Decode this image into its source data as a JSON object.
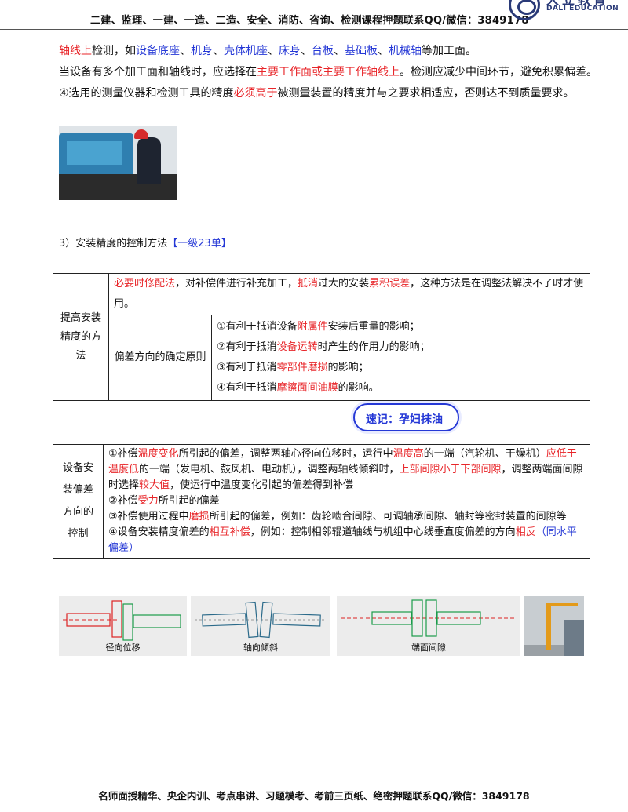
{
  "header": {
    "text": "二建、监理、一建、一造、二造、安全、消防、咨询、检测课程押题联系QQ/微信：3849178",
    "logo_cn": "大立教育",
    "logo_en": "DALI EDUCATION"
  },
  "para1": [
    {
      "t": "轴线上",
      "c": "red"
    },
    {
      "t": "检测，如",
      "c": ""
    },
    {
      "t": "设备底座",
      "c": "blue"
    },
    {
      "t": "、",
      "c": ""
    },
    {
      "t": "机身",
      "c": "blue"
    },
    {
      "t": "、",
      "c": ""
    },
    {
      "t": "壳体机座",
      "c": "blue"
    },
    {
      "t": "、",
      "c": ""
    },
    {
      "t": "床身",
      "c": "blue"
    },
    {
      "t": "、",
      "c": ""
    },
    {
      "t": "台板",
      "c": "blue"
    },
    {
      "t": "、",
      "c": ""
    },
    {
      "t": "基础板",
      "c": "blue"
    },
    {
      "t": "、",
      "c": ""
    },
    {
      "t": "机械轴",
      "c": "blue"
    },
    {
      "t": "等加工面。",
      "c": ""
    }
  ],
  "para2": [
    {
      "t": "当设备有多个加工面和轴线时，应选择在",
      "c": ""
    },
    {
      "t": "主要工作面或主要工作轴线上",
      "c": "red"
    },
    {
      "t": "。检测应减少中间环节，避免积累偏差。",
      "c": ""
    }
  ],
  "para3": [
    {
      "t": "④选用的测量仪器和检测工具的精度",
      "c": ""
    },
    {
      "t": "必须高于",
      "c": "red"
    },
    {
      "t": "被测量装置的精度并与之要求相适应，否则达不到质量要求。",
      "c": ""
    }
  ],
  "section3": {
    "prefix": "3）安装精度的控制方法",
    "tag": "【一级23单】"
  },
  "table1": {
    "label": "提高安装精度的方法",
    "top_row": [
      {
        "t": "必要时修配法",
        "c": "red"
      },
      {
        "t": "，对补偿件进行补充加工，",
        "c": ""
      },
      {
        "t": "抵消",
        "c": "red"
      },
      {
        "t": "过大的安装",
        "c": ""
      },
      {
        "t": "累积误差",
        "c": "red"
      },
      {
        "t": "，这种方法是在调整法解决不了时才使用。",
        "c": ""
      }
    ],
    "sub_label": "偏差方向的确定原则",
    "items": [
      [
        {
          "t": "①有利于抵消设备",
          "c": ""
        },
        {
          "t": "附属件",
          "c": "red"
        },
        {
          "t": "安装后重量的影响；",
          "c": ""
        }
      ],
      [
        {
          "t": "②有利于抵消",
          "c": ""
        },
        {
          "t": "设备运转",
          "c": "red"
        },
        {
          "t": "时产生的作用力的影响；",
          "c": ""
        }
      ],
      [
        {
          "t": "③有利于抵消",
          "c": ""
        },
        {
          "t": "零部件磨损",
          "c": "red"
        },
        {
          "t": "的影响；",
          "c": ""
        }
      ],
      [
        {
          "t": "④有利于抵消",
          "c": ""
        },
        {
          "t": "摩擦面间油膜",
          "c": "red"
        },
        {
          "t": "的影响。",
          "c": ""
        }
      ]
    ],
    "memo": "速记：孕妇抹油"
  },
  "table2": {
    "label": "设备安装偏差方向的控制",
    "items": [
      [
        {
          "t": "①补偿",
          "c": ""
        },
        {
          "t": "温度变化",
          "c": "red"
        },
        {
          "t": "所引起的偏差，调整两轴心径向位移时，运行中",
          "c": ""
        },
        {
          "t": "温度高",
          "c": "red"
        },
        {
          "t": "的一端（汽轮机、干燥机）",
          "c": ""
        },
        {
          "t": "应低于温度低",
          "c": "red"
        },
        {
          "t": "的一端（发电机、鼓风机、电动机），调整两轴线倾斜时，",
          "c": ""
        },
        {
          "t": "上部间隙小于下部间隙",
          "c": "red"
        },
        {
          "t": "，调整两端面间隙时选择",
          "c": ""
        },
        {
          "t": "较大值",
          "c": "red"
        },
        {
          "t": "，使运行中温度变化引起的偏差得到补偿",
          "c": ""
        }
      ],
      [
        {
          "t": "②补偿",
          "c": ""
        },
        {
          "t": "受力",
          "c": "red"
        },
        {
          "t": "所引起的偏差",
          "c": ""
        }
      ],
      [
        {
          "t": "③补偿使用过程中",
          "c": ""
        },
        {
          "t": "磨损",
          "c": "red"
        },
        {
          "t": "所引起的偏差，例如：齿轮啮合间隙、可调轴承间隙、轴封等密封装置的间隙等",
          "c": ""
        }
      ],
      [
        {
          "t": "④设备安装精度偏差的",
          "c": ""
        },
        {
          "t": "相互补偿",
          "c": "red"
        },
        {
          "t": "，例如：控制相邻辊道轴线与机组中心线垂直度偏差的方向",
          "c": ""
        },
        {
          "t": "相反",
          "c": "red"
        },
        {
          "t": "（同水平偏差）",
          "c": "blue"
        }
      ]
    ]
  },
  "diagrams": {
    "radial": "径向位移",
    "axial": "轴向倾斜",
    "face": "端面间隙"
  },
  "footer": "名师面授精华、央企内训、考点串讲、习题模考、考前三页纸、绝密押题联系QQ/微信：3849178"
}
